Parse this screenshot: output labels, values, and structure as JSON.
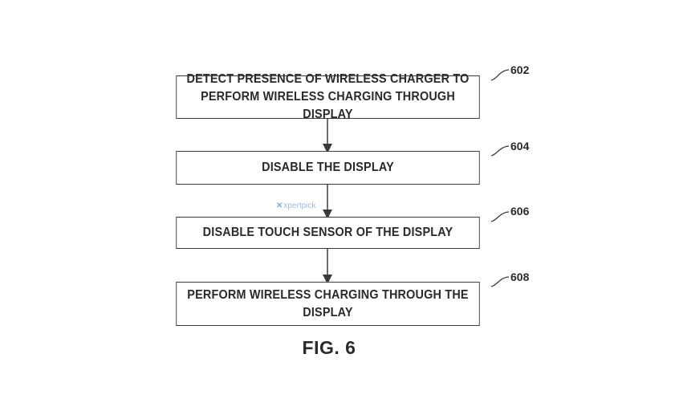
{
  "figure": {
    "caption": "FIG. 6",
    "steps": [
      {
        "ref": "602",
        "text": "DETECT PRESENCE OF WIRELESS CHARGER TO\nPERFORM WIRELESS CHARGING THROUGH DISPLAY"
      },
      {
        "ref": "604",
        "text": "DISABLE THE DISPLAY"
      },
      {
        "ref": "606",
        "text": "DISABLE TOUCH SENSOR OF THE DISPLAY"
      },
      {
        "ref": "608",
        "text": "PERFORM WIRELESS CHARGING THROUGH THE\nDISPLAY"
      }
    ]
  },
  "watermark": {
    "mark": "✕",
    "text": "xpertpick"
  },
  "colors": {
    "line": "#3a3a3a",
    "text": "#2a2a2a",
    "watermark": "#7fa6c9"
  }
}
